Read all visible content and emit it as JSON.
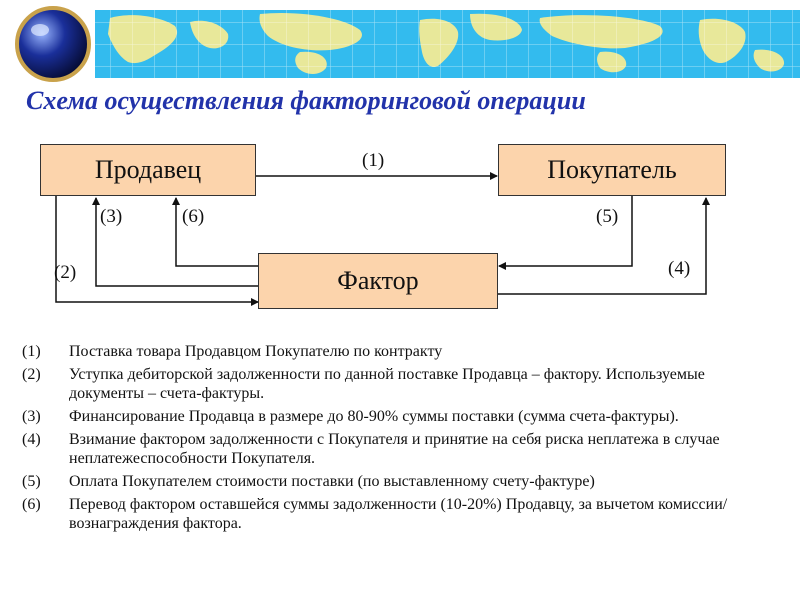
{
  "title": "Схема осуществления факторинговой операции",
  "nodes": {
    "seller": "Продавец",
    "buyer": "Покупатель",
    "factor": "Фактор"
  },
  "arrow_labels": {
    "a1": "(1)",
    "a2": "(2)",
    "a3": "(3)",
    "a4": "(4)",
    "a5": "(5)",
    "a6": "(6)"
  },
  "steps": [
    {
      "num": "(1)",
      "text": "Поставка товара Продавцом Покупателю по контракту"
    },
    {
      "num": "(2)",
      "text": "Уступка дебиторской задолженности по данной поставке Продавца – фактору. Используемые документы – счета-фактуры."
    },
    {
      "num": "(3)",
      "text": "Финансирование Продавца в размере до 80-90% суммы поставки (сумма счета-фактуры)."
    },
    {
      "num": "(4)",
      "text": "Взимание фактором задолженности с Покупателя и принятие на себя риска неплатежа в случае неплатежеспособности Покупателя."
    },
    {
      "num": "(5)",
      "text": "Оплата Покупателем стоимости поставки (по выставленному счету-фактуре)"
    },
    {
      "num": "(6)",
      "text": "Перевод фактором оставшейся суммы задолженности (10-20%) Продавцу, за вычетом комиссии/вознаграждения фактора."
    }
  ],
  "colors": {
    "title": "#2233aa",
    "box_fill": "#fcd4ac",
    "banner_sky": "#33bbee",
    "banner_land": "#e8e89a"
  },
  "icons": {
    "banner_logo": "globe-icon"
  }
}
